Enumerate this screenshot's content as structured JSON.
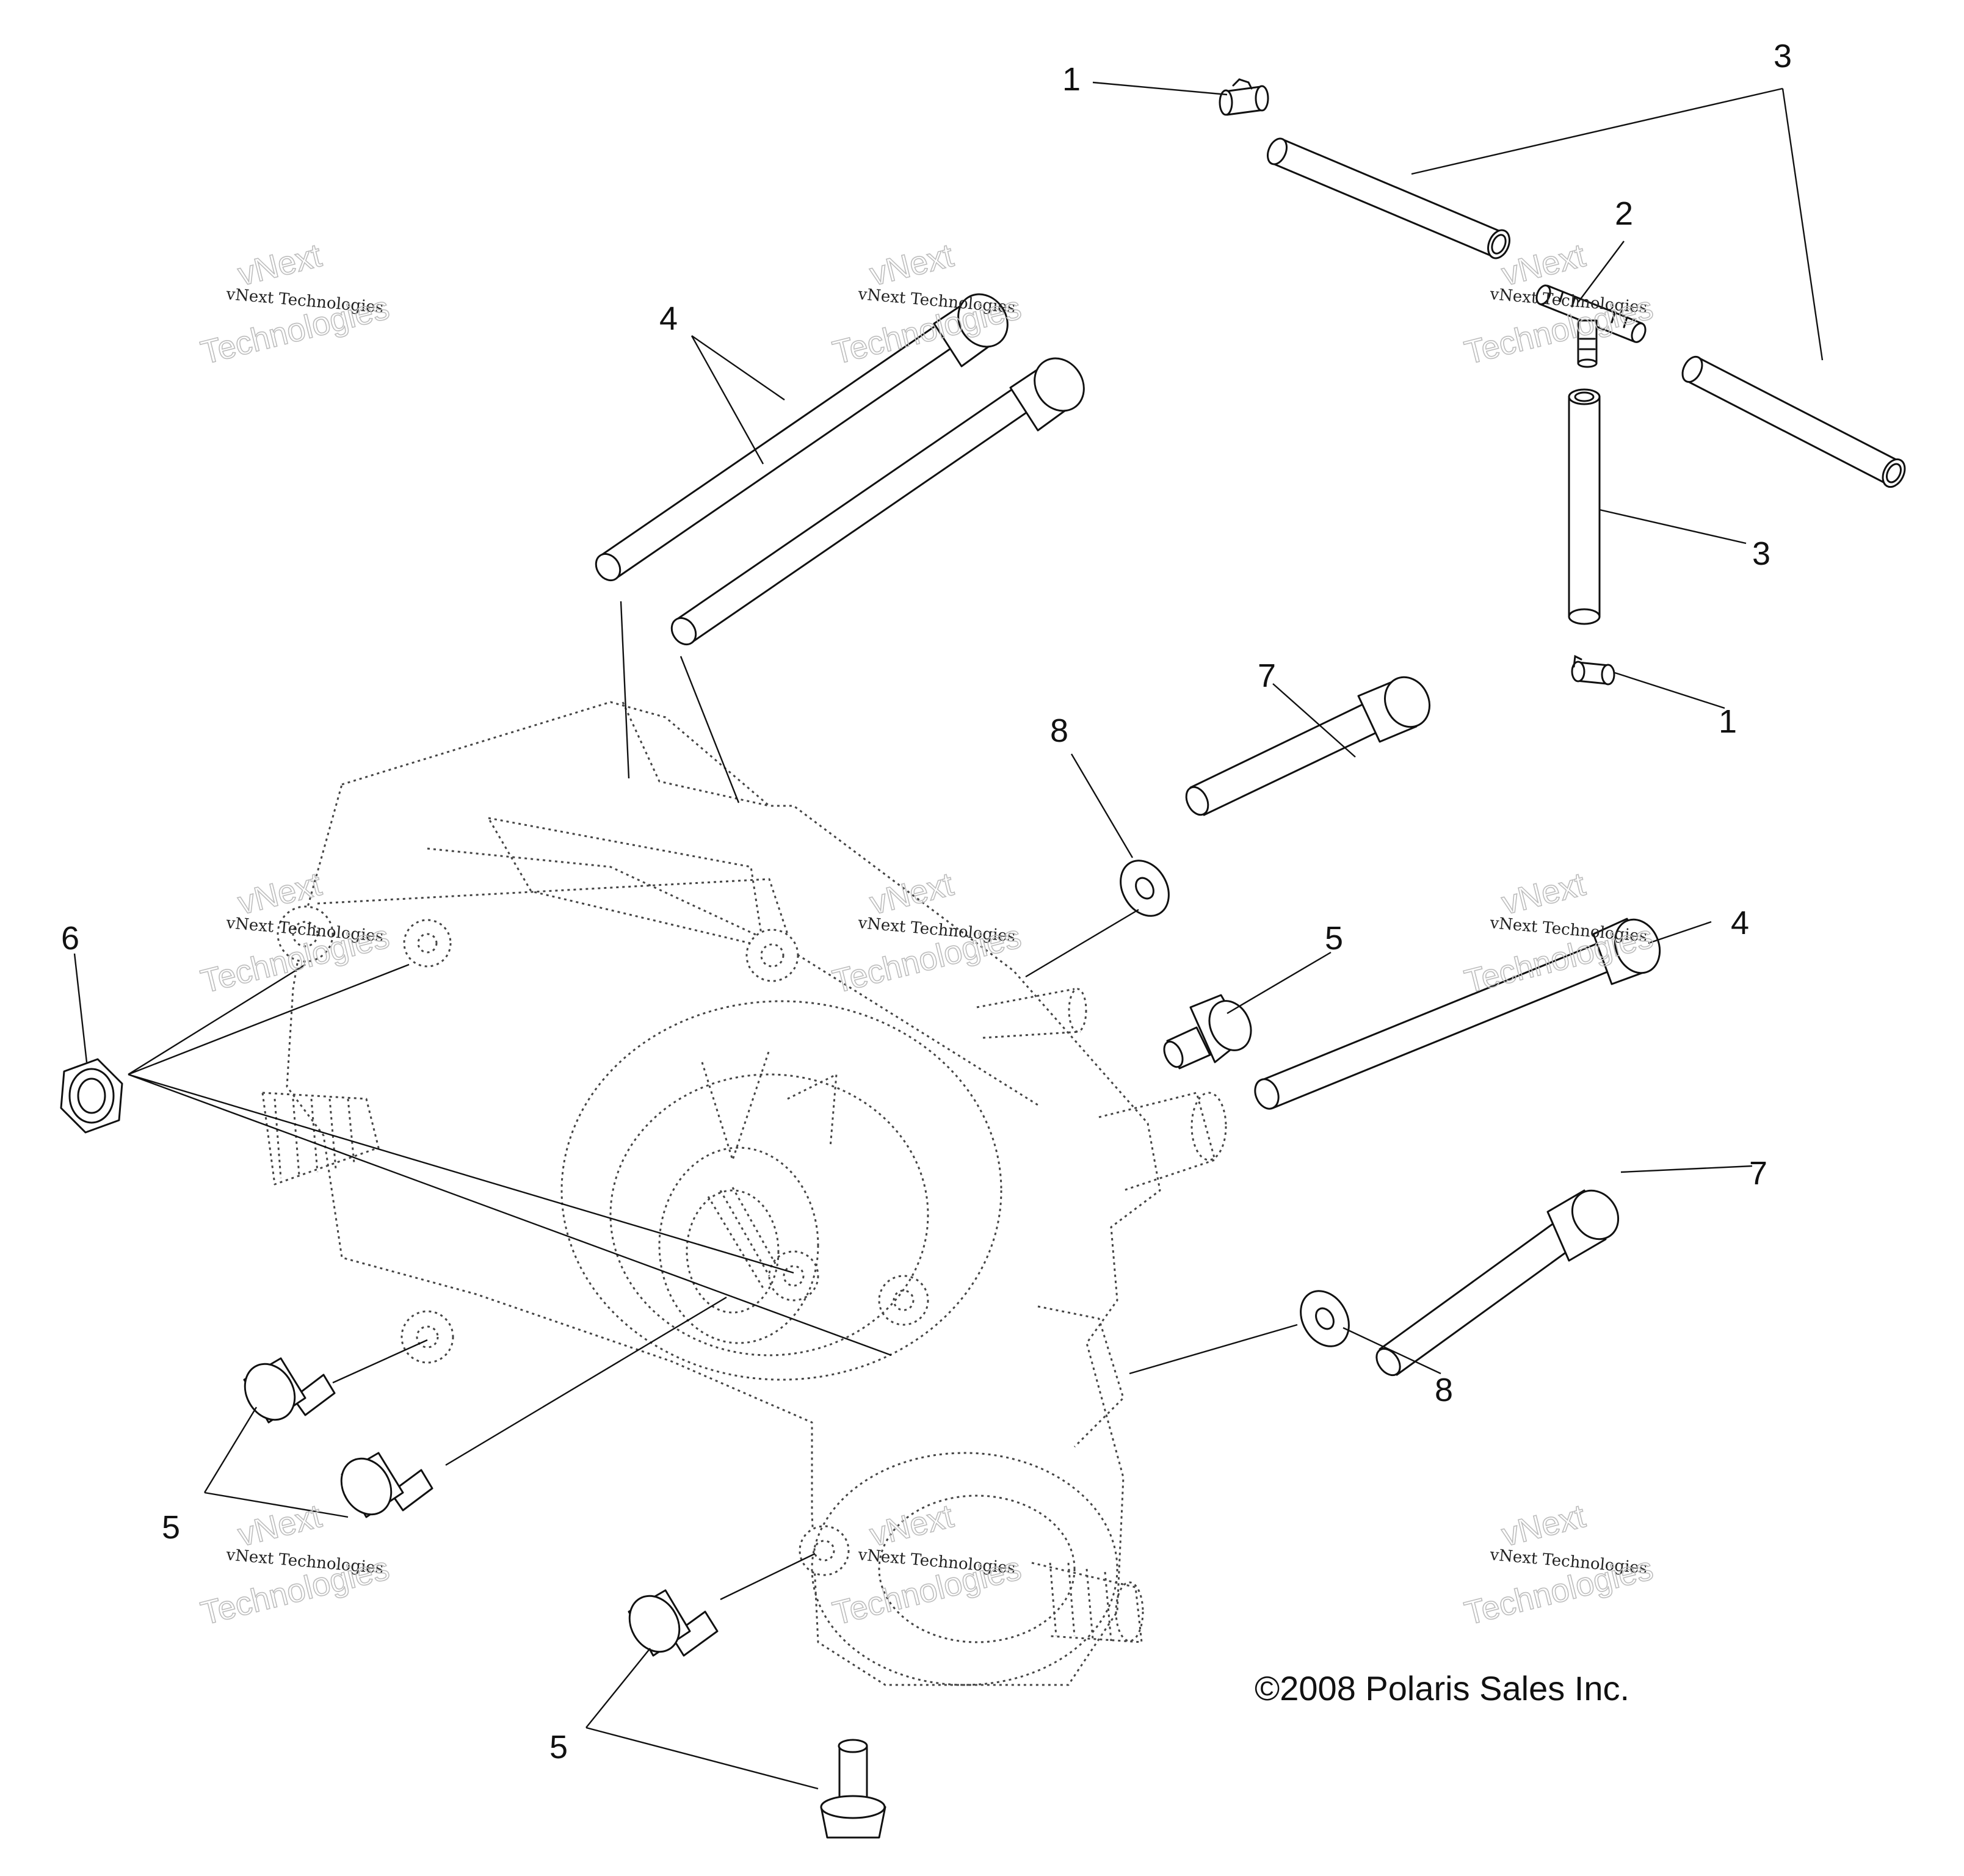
{
  "callouts": {
    "c1a": "1",
    "c1b": "1",
    "c2": "2",
    "c3a": "3",
    "c3b": "3",
    "c4a": "4",
    "c4b": "4",
    "c5a": "5",
    "c5b": "5",
    "c5c": "5",
    "c6": "6",
    "c7a": "7",
    "c7b": "7",
    "c8a": "8",
    "c8b": "8"
  },
  "watermark": {
    "line1": "vNext Technologies",
    "line2": "vNext",
    "line3": "Technologies"
  },
  "copyright": "©2008 Polaris Sales Inc."
}
